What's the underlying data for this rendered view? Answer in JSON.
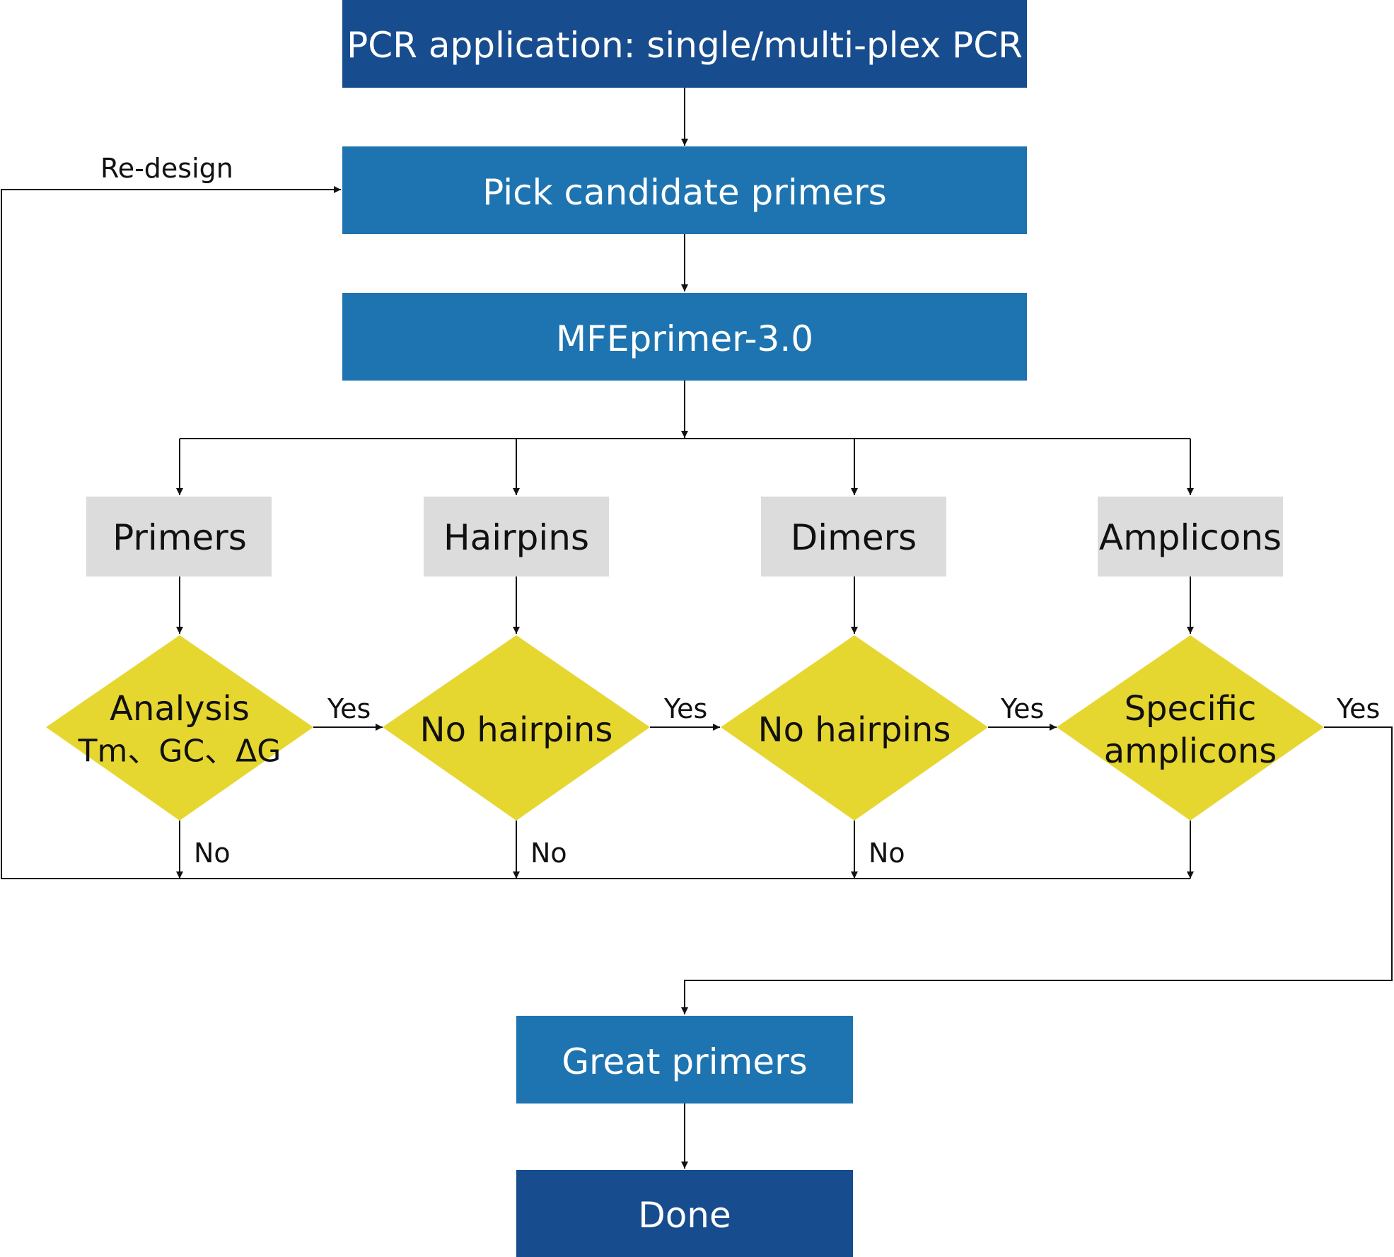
{
  "nodes": {
    "start": {
      "label": "PCR application: single/multi-plex PCR"
    },
    "pick": {
      "label": "Pick candidate primers"
    },
    "tool": {
      "label": "MFEprimer-3.0"
    },
    "primers": {
      "label": "Primers"
    },
    "hairpins": {
      "label": "Hairpins"
    },
    "dimers": {
      "label": "Dimers"
    },
    "amplicons": {
      "label": "Amplicons"
    },
    "decision_primers": {
      "line1": "Analysis",
      "line2": "Tm、GC、ΔG"
    },
    "decision_hairpins": {
      "label": "No hairpins"
    },
    "decision_dimers": {
      "label": "No hairpins"
    },
    "decision_amplicons": {
      "line1": "Specific",
      "line2": "amplicons"
    },
    "great": {
      "label": "Great primers"
    },
    "done": {
      "label": "Done"
    }
  },
  "edge_labels": {
    "redesign": "Re-design",
    "yes": "Yes",
    "no": "No"
  },
  "colors": {
    "dark_blue": "#174c8e",
    "mid_blue": "#1e74b0",
    "gray": "#dcdcdc",
    "yellow": "#e6d630",
    "line": "#111111",
    "white_text": "#ffffff",
    "dark_text": "#111111"
  }
}
